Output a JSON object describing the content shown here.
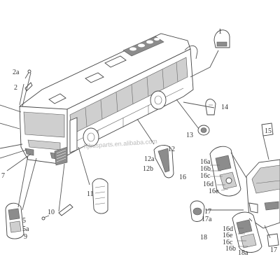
{
  "watermark": "hjbusparts.en.alibaba.com",
  "colors": {
    "line": "#555555",
    "label": "#333333",
    "shade": "#8c8c8c",
    "light": "#cfcfcf"
  },
  "callouts": {
    "c1": "1",
    "c2": "2",
    "c2a": "2a",
    "c5": "5",
    "c5a": "5a",
    "c7": "7",
    "c9": "9",
    "c10": "10",
    "c11": "11",
    "c12": "12",
    "c12a": "12a",
    "c12b": "12b",
    "c13": "13",
    "c14": "14",
    "c15": "15",
    "c16": "16",
    "c16a": "16a",
    "c16b": "16b",
    "c16c": "16c",
    "c16d": "16d",
    "c16e": "16e",
    "c17": "17",
    "c17a": "17a",
    "c17b": "17",
    "c18": "18",
    "c18a": "18a",
    "c18_16d": "16d",
    "c18_16e": "16e",
    "c18_16c": "16c",
    "c18_16b": "16b"
  }
}
